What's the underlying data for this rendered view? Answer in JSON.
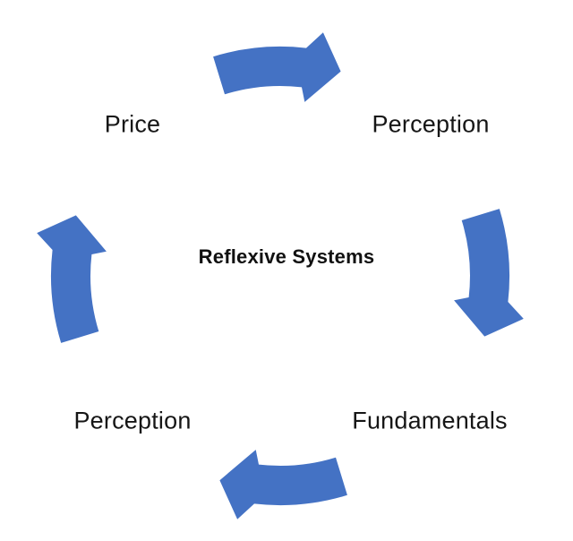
{
  "diagram": {
    "title": "Reflexive Systems",
    "type": "cycle",
    "direction": "clockwise",
    "nodes": [
      {
        "id": "price",
        "label": "Price",
        "position": "top-left"
      },
      {
        "id": "perception-top",
        "label": "Perception",
        "position": "top-right"
      },
      {
        "id": "fundamentals",
        "label": "Fundamentals",
        "position": "bottom-right"
      },
      {
        "id": "perception-bottom",
        "label": "Perception",
        "position": "bottom-left"
      }
    ],
    "arrows": [
      {
        "from": "Price",
        "to": "Perception",
        "position": "top",
        "points": "right"
      },
      {
        "from": "Perception",
        "to": "Fundamentals",
        "position": "right",
        "points": "down"
      },
      {
        "from": "Fundamentals",
        "to": "Perception",
        "position": "bottom",
        "points": "left"
      },
      {
        "from": "Perception",
        "to": "Price",
        "position": "left",
        "points": "up"
      }
    ],
    "colors": {
      "arrow": "#4472C4",
      "text": "#111111",
      "background": "#FFFFFF"
    }
  }
}
